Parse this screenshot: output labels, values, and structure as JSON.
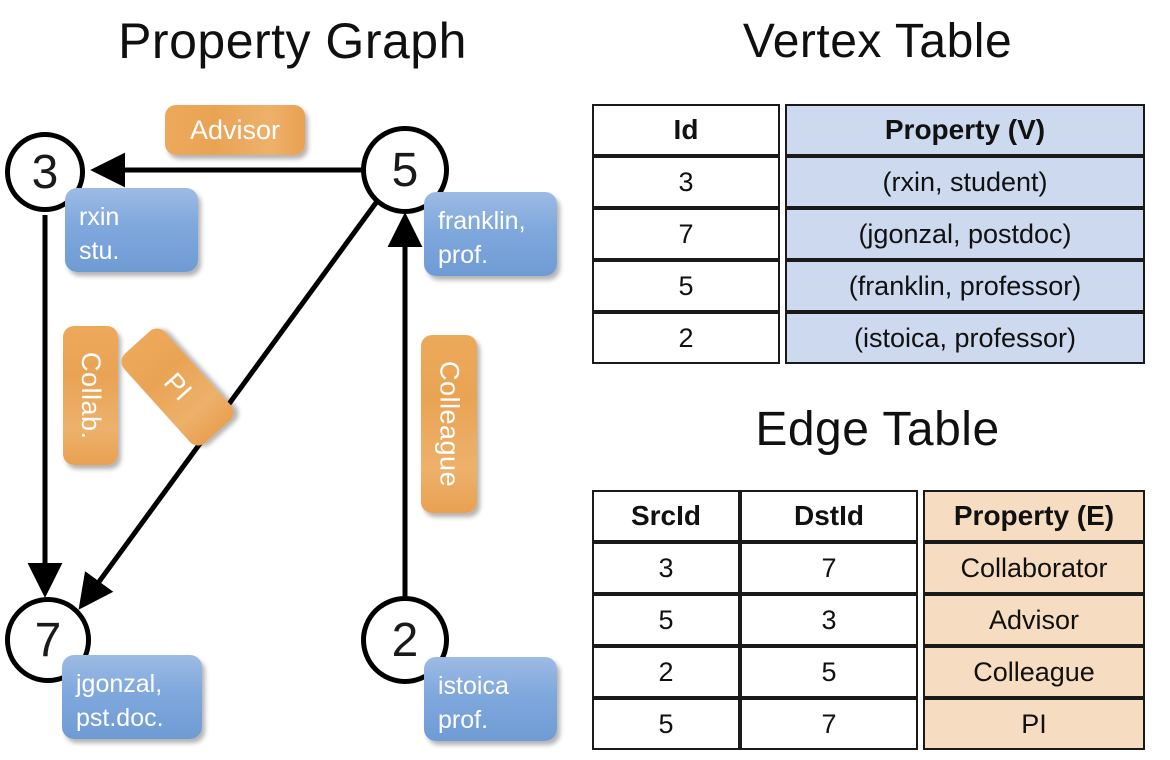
{
  "panels": {
    "graph_title": "Property Graph",
    "vertex_title": "Vertex Table",
    "edge_title": "Edge Table"
  },
  "graph": {
    "nodes": [
      {
        "id": "3",
        "property": "rxin\nstu."
      },
      {
        "id": "5",
        "property": "franklin,\nprof."
      },
      {
        "id": "7",
        "property": "jgonzal,\npst.doc."
      },
      {
        "id": "2",
        "property": "istoica\nprof."
      }
    ],
    "node_labels": {
      "n3": "3",
      "n5": "5",
      "n7": "7",
      "n2": "2"
    },
    "node_props": {
      "n3_line1": "rxin",
      "n3_line2": "stu.",
      "n5_line1": "franklin,",
      "n5_line2": "prof.",
      "n7_line1": "jgonzal,",
      "n7_line2": "pst.doc.",
      "n2_line1": "istoica",
      "n2_line2": "prof."
    },
    "edge_labels": {
      "advisor": "Advisor",
      "collab": "Collab.",
      "pi": "PI",
      "colleague": "Colleague"
    },
    "edges": [
      {
        "src": "5",
        "dst": "3",
        "label": "Advisor"
      },
      {
        "src": "3",
        "dst": "7",
        "label": "Collab."
      },
      {
        "src": "5",
        "dst": "7",
        "label": "PI"
      },
      {
        "src": "2",
        "dst": "5",
        "label": "Colleague"
      }
    ]
  },
  "vertex_table": {
    "headers": [
      "Id",
      "Property (V)"
    ],
    "rows": [
      {
        "id": "3",
        "property": "(rxin, student)"
      },
      {
        "id": "7",
        "property": "(jgonzal, postdoc)"
      },
      {
        "id": "5",
        "property": "(franklin, professor)"
      },
      {
        "id": "2",
        "property": "(istoica, professor)"
      }
    ]
  },
  "edge_table": {
    "headers": [
      "SrcId",
      "DstId",
      "Property (E)"
    ],
    "rows": [
      {
        "src": "3",
        "dst": "7",
        "property": "Collaborator"
      },
      {
        "src": "5",
        "dst": "3",
        "property": "Advisor"
      },
      {
        "src": "2",
        "dst": "5",
        "property": "Colleague"
      },
      {
        "src": "5",
        "dst": "7",
        "property": "PI"
      }
    ]
  },
  "colors": {
    "vertex_property_fill": "#ccd9ee",
    "edge_property_fill": "#f6dcc0",
    "node_box_blue": "#7fa8dd",
    "edge_label_orange": "#e9a354",
    "stroke": "#000000"
  }
}
